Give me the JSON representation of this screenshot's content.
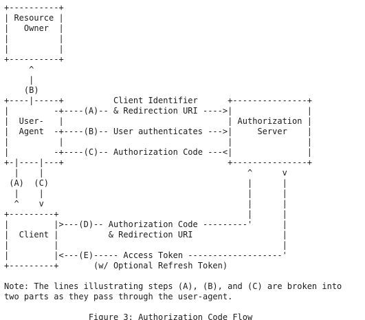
{
  "figure": {
    "ascii_lines": [
      "+----------+",
      "| Resource |",
      "|   Owner  |",
      "|          |",
      "|          |",
      "+----------+",
      "     ^",
      "     |",
      "    (B)",
      "+----|-----+          Client Identifier      +---------------+",
      "|         -+----(A)-- & Redirection URI ---->|               |",
      "|  User-   |                                 | Authorization |",
      "|  Agent  -+----(B)-- User authenticates --->|     Server    |",
      "|          |                                 |               |",
      "|         -+----(C)-- Authorization Code ---<|               |",
      "+-|----|---+                                 +---------------+",
      "  |    |                                         ^      v",
      " (A)  (C)                                        |      |",
      "  |    |                                         |      |",
      "  ^    v                                         |      |",
      "+---------+                                      |      |",
      "|         |>---(D)-- Authorization Code ---------'      |",
      "|  Client |          & Redirection URI                  |",
      "|         |                                             |",
      "|         |<---(E)----- Access Token -------------------'",
      "+---------+       (w/ Optional Refresh Token)",
      "",
      "Note: The lines illustrating steps (A), (B), and (C) are broken into",
      "two parts as they pass through the user-agent.",
      "",
      "                 Figure 3: Authorization Code Flow"
    ]
  }
}
